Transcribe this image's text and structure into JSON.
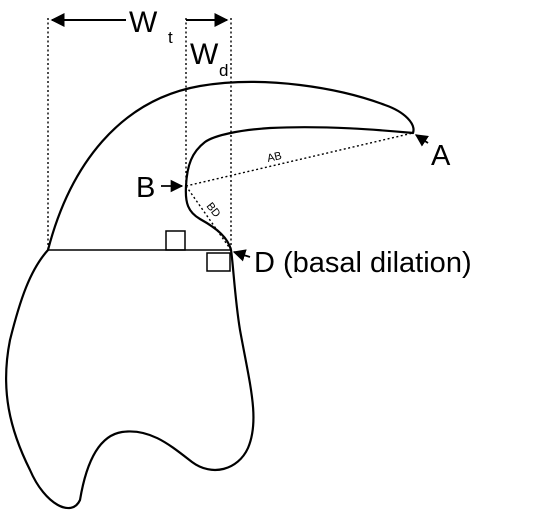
{
  "labels": {
    "w_total_main": "W",
    "w_total_sub": "t",
    "w_dilation_main": "W",
    "w_dilation_sub": "d",
    "point_a": "A",
    "point_b": "B",
    "point_d": "D (basal dilation)",
    "segment_ab": "AB",
    "segment_bd": "BD"
  }
}
